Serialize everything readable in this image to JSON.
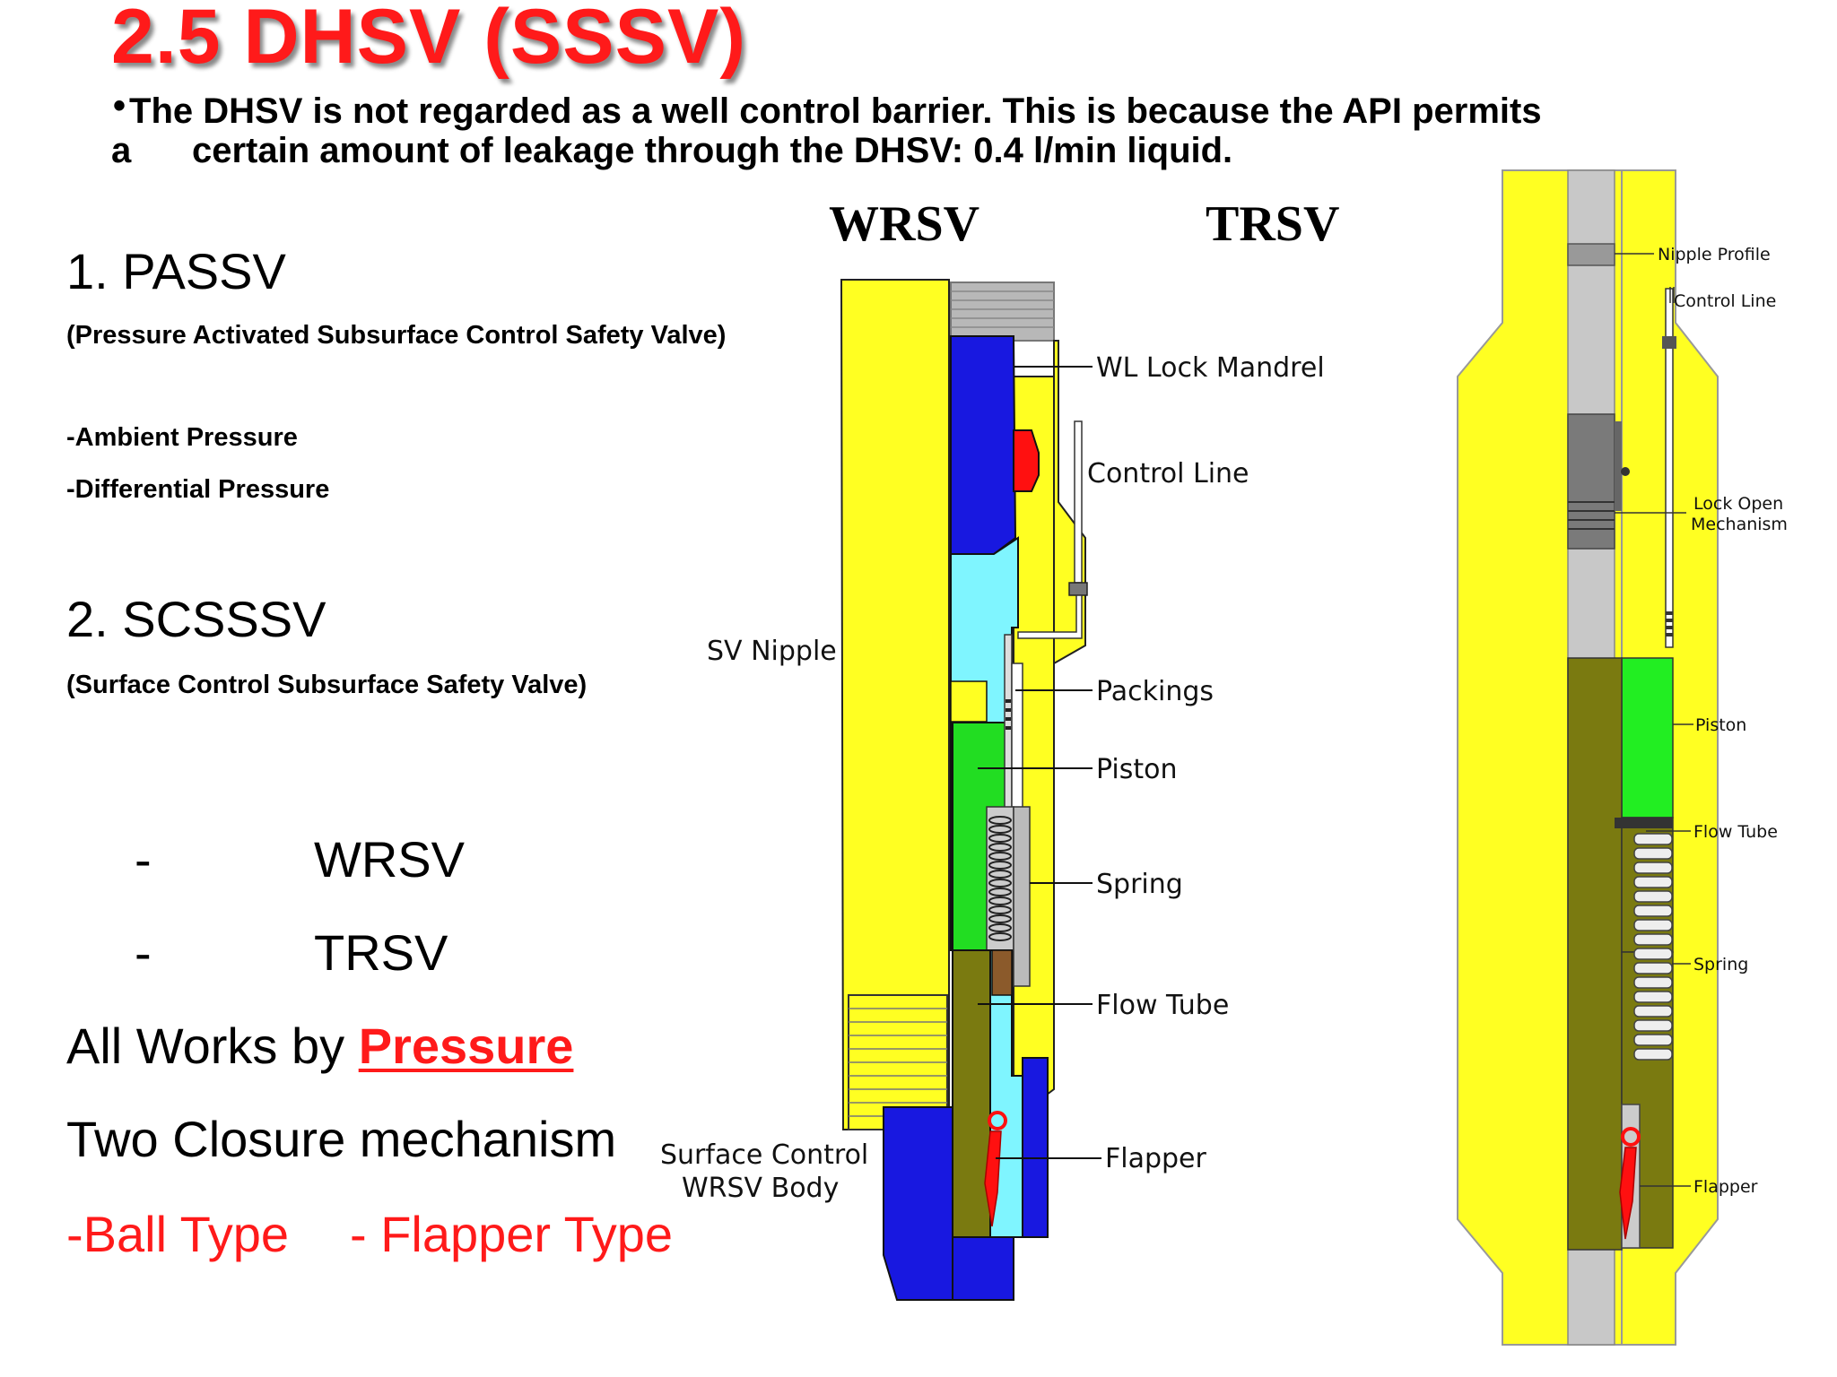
{
  "title": "2.5 DHSV (SSSV)",
  "intro": {
    "bullet": "•",
    "line1": "The DHSV is not regarded as a well control barrier. This is because the API permits",
    "line2_prefix": "a",
    "line2": "certain amount of leakage through the DHSV: 0.4 l/min liquid."
  },
  "left": {
    "item1": "1.  PASSV",
    "item1_sub": "(Pressure Activated Subsurface Control Safety Valve)",
    "ambient": "-Ambient Pressure",
    "differential": "-Differential Pressure",
    "item2": "2.   SCSSSV",
    "item2_sub": "(Surface Control Subsurface Safety Valve)",
    "dash1": "-",
    "wrsv": "WRSV",
    "dash2": "-",
    "trsv": "TRSV",
    "all_works": "All Works by ",
    "pressure": "Pressure",
    "two_closure": "Two Closure mechanism",
    "ball": "-Ball Type",
    "flapper_type": "- Flapper Type"
  },
  "wrsv_diagram": {
    "heading": "WRSV",
    "labels": {
      "lock_mandrel": "WL Lock Mandrel",
      "control_line": "Control Line",
      "sv_nipple": "SV Nipple",
      "packings": "Packings",
      "piston": "Piston",
      "spring": "Spring",
      "flow_tube": "Flow Tube",
      "body_line1": "Surface Control",
      "body_line2": "WRSV Body",
      "flapper": "Flapper"
    }
  },
  "trsv_diagram": {
    "heading": "TRSV",
    "labels": {
      "nipple_profile": "Nipple Profile",
      "control_line": "Control Line",
      "lock_open_1": "Lock Open",
      "lock_open_2": "Mechanism",
      "piston": "Piston",
      "flow_tube": "Flow Tube",
      "spring": "Spring",
      "flapper": "Flapper"
    }
  }
}
